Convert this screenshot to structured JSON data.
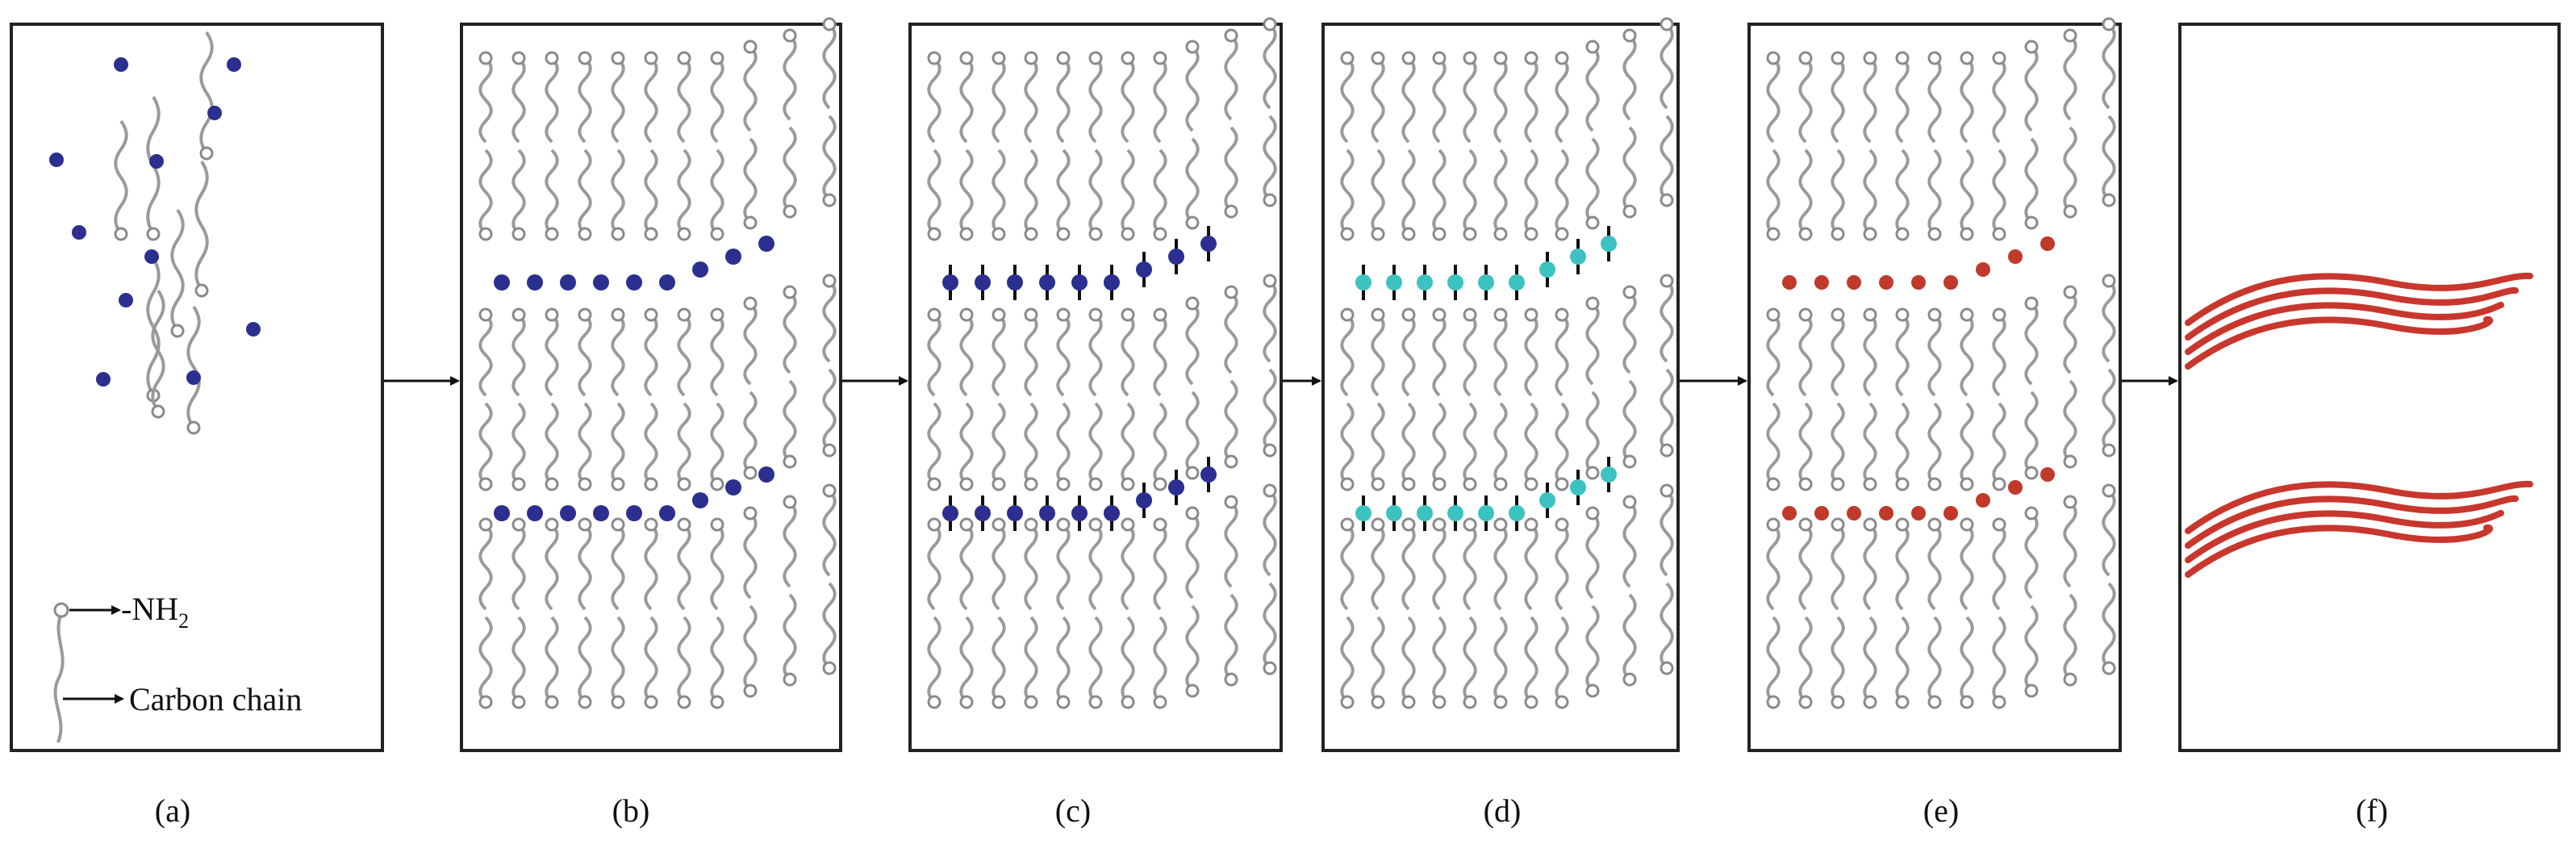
{
  "panels": [
    {
      "id": "a",
      "caption": "(a)"
    },
    {
      "id": "b",
      "caption": "(b)"
    },
    {
      "id": "c",
      "caption": "(c)"
    },
    {
      "id": "d",
      "caption": "(d)"
    },
    {
      "id": "e",
      "caption": "(e)"
    },
    {
      "id": "f",
      "caption": "(f)"
    }
  ],
  "legend": {
    "nh2_label": "-NH",
    "nh2_subscript": "2",
    "chain_label": "Carbon chain"
  },
  "colors": {
    "frame": "#222222",
    "chain": "#9a9a9a",
    "head": "#8a8a8a",
    "ion_blue": "#2b2f8f",
    "ion_cyan": "#3cc2c0",
    "particle_red": "#c0392b",
    "sheet_red": "#c8372d",
    "linker": "#111111"
  }
}
